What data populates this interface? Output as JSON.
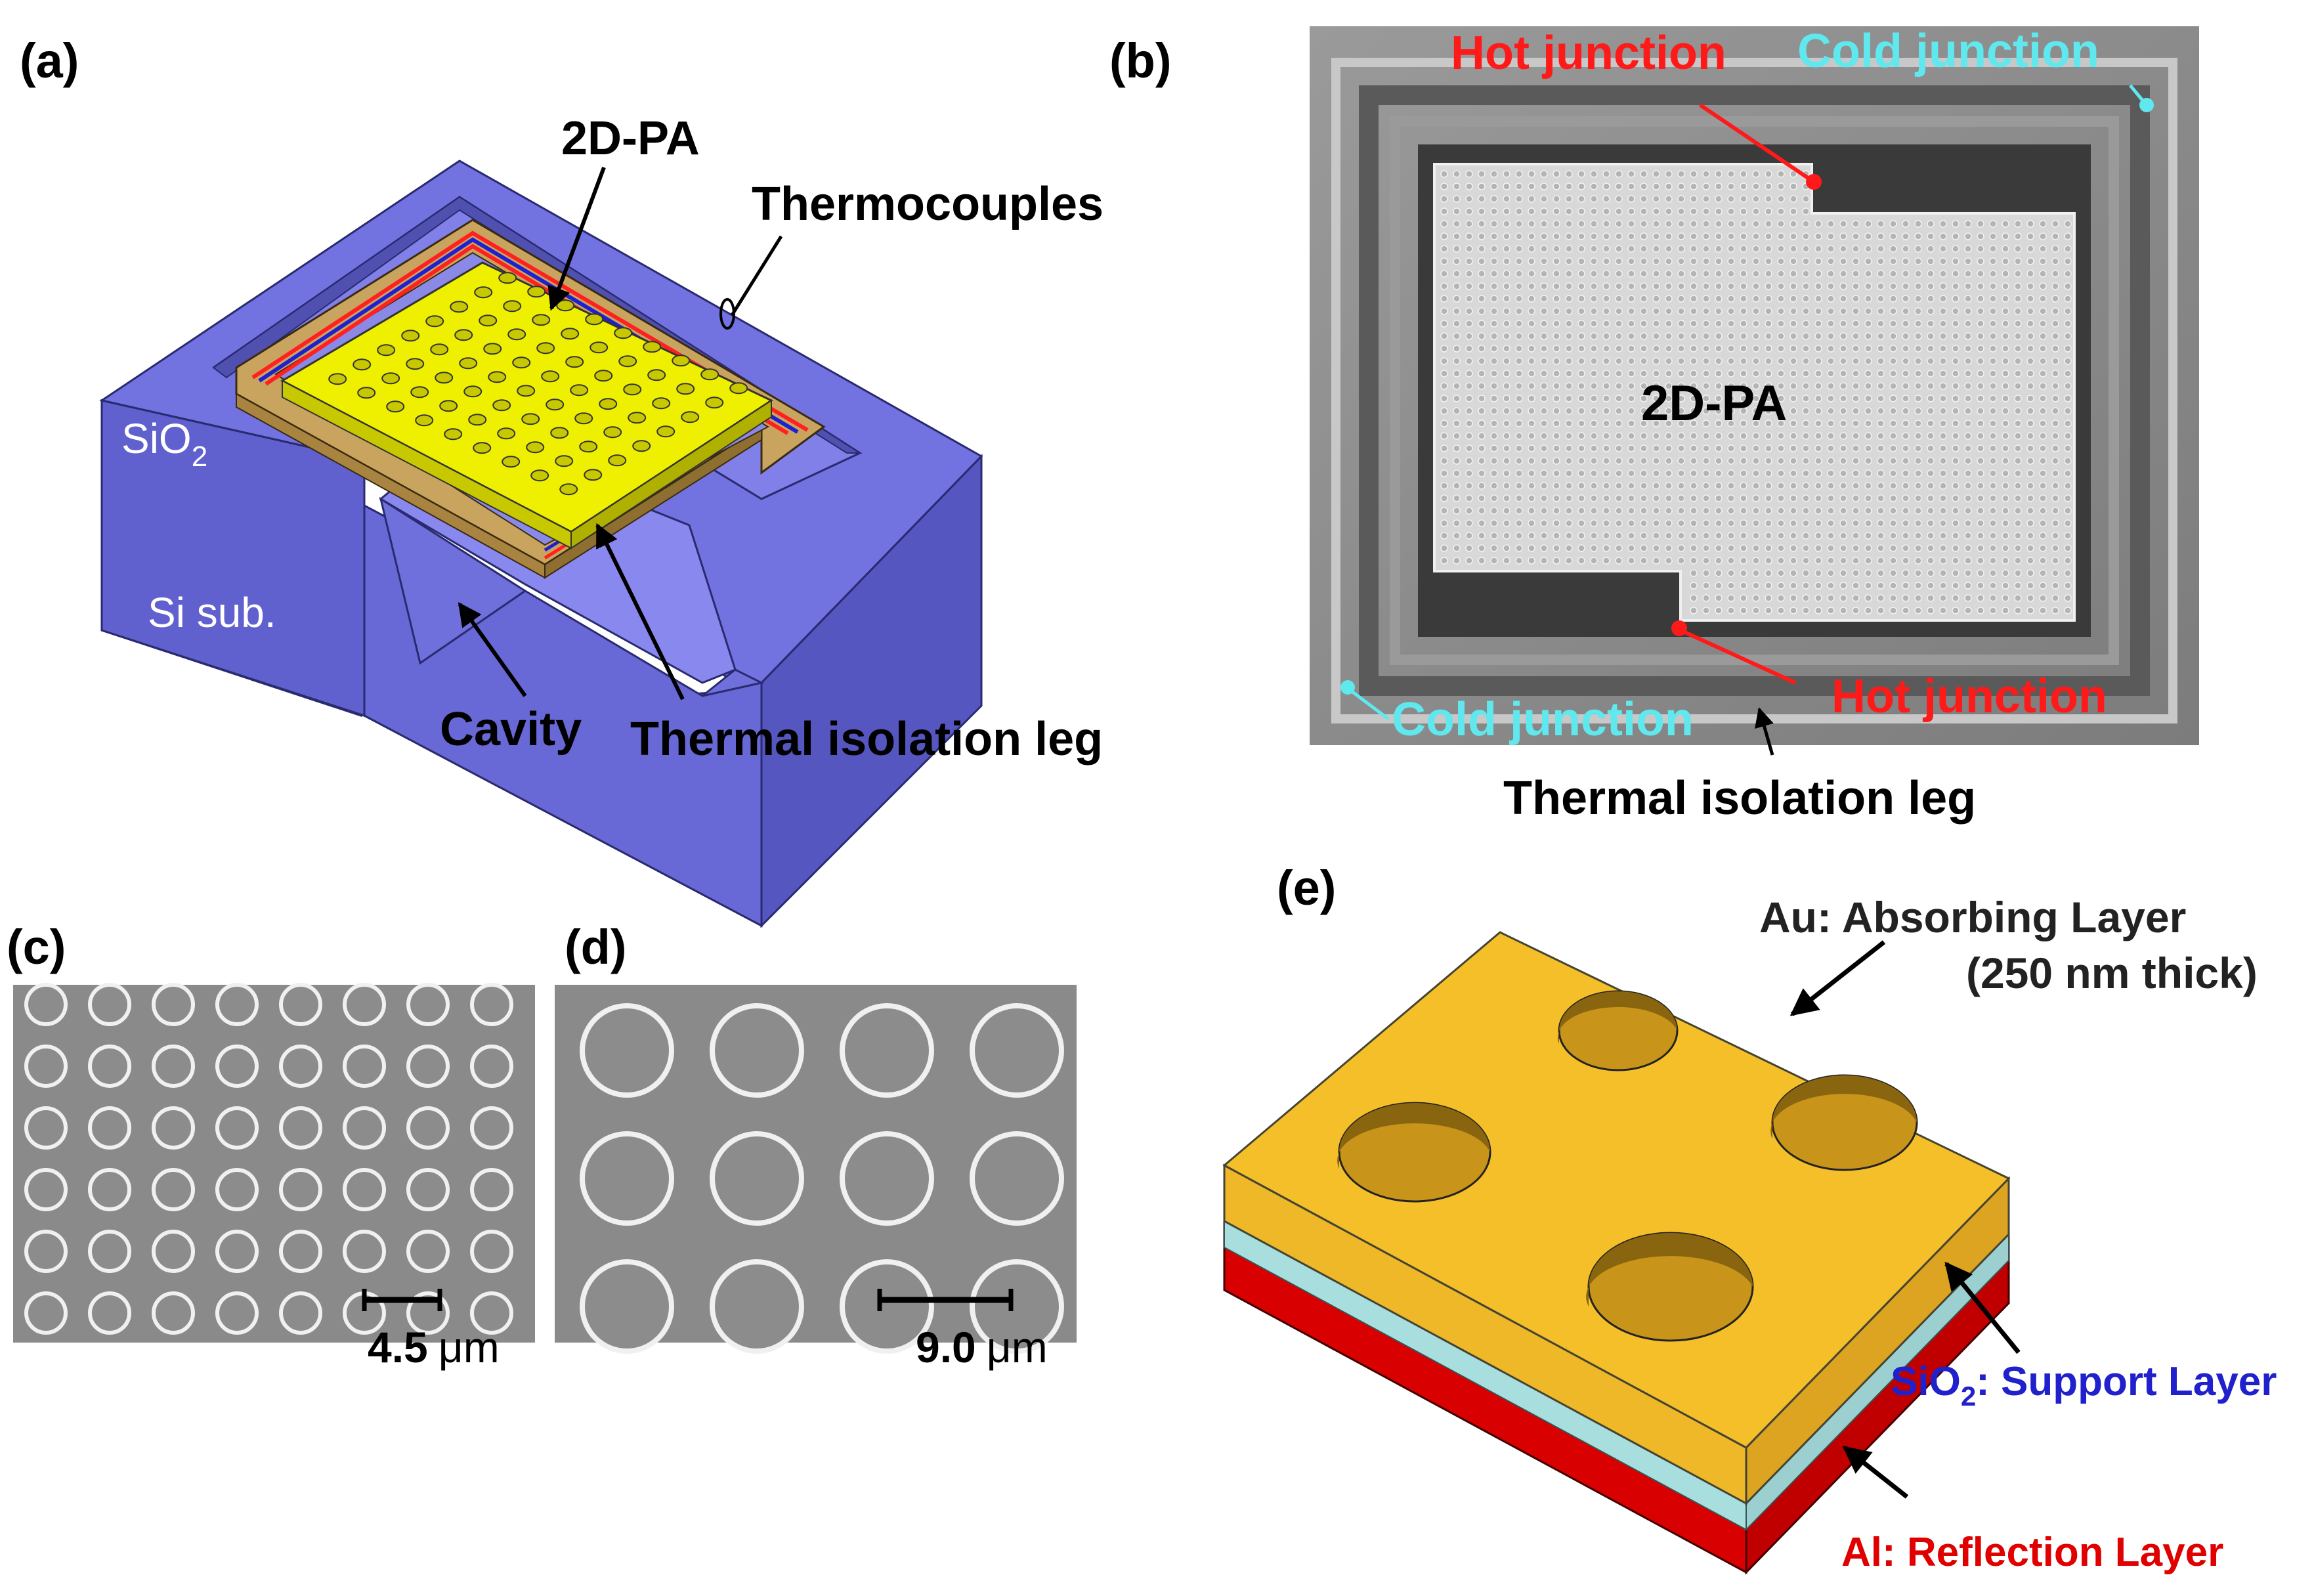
{
  "panels": {
    "a": {
      "tag": "(a)",
      "label_2dpa": "2D-PA",
      "label_thermocouples": "Thermocouples",
      "label_sio2": "SiO",
      "label_sio2_sub": "2",
      "label_si_sub": "Si sub.",
      "label_cavity": "Cavity",
      "label_leg": "Thermal isolation leg"
    },
    "b": {
      "tag": "(b)",
      "label_hot_top": "Hot junction",
      "label_cold_top": "Cold junction",
      "label_2dpa": "2D-PA",
      "label_cold_bottom": "Cold junction",
      "label_hot_bottom": "Hot junction",
      "label_leg": "Thermal isolation leg"
    },
    "c": {
      "tag": "(c)",
      "scale_value": "4.5",
      "scale_unit": "μm"
    },
    "d": {
      "tag": "(d)",
      "scale_value": "9.0",
      "scale_unit": "μm"
    },
    "e": {
      "tag": "(e)",
      "label_au_line1": "Au: Absorbing Layer",
      "label_au_line2": "(250 nm thick)",
      "label_sio2_main": "SiO",
      "label_sio2_sub": "2",
      "label_sio2_rest": ": Support Layer",
      "label_al": "Al: Reflection Layer"
    }
  },
  "colors": {
    "substrate": "#6a6ad9",
    "gold_frame": "#c9a45f",
    "absorber": "#f0f000",
    "sem_bg": "#8a8a8a",
    "hot_red": "#ff1a1a",
    "cold_cyan": "#5fe8ee",
    "au_layer": "#f5bf2a",
    "sio2_layer": "#a8dede",
    "al_layer": "#e00000",
    "sio2_text": "#2020cc"
  }
}
